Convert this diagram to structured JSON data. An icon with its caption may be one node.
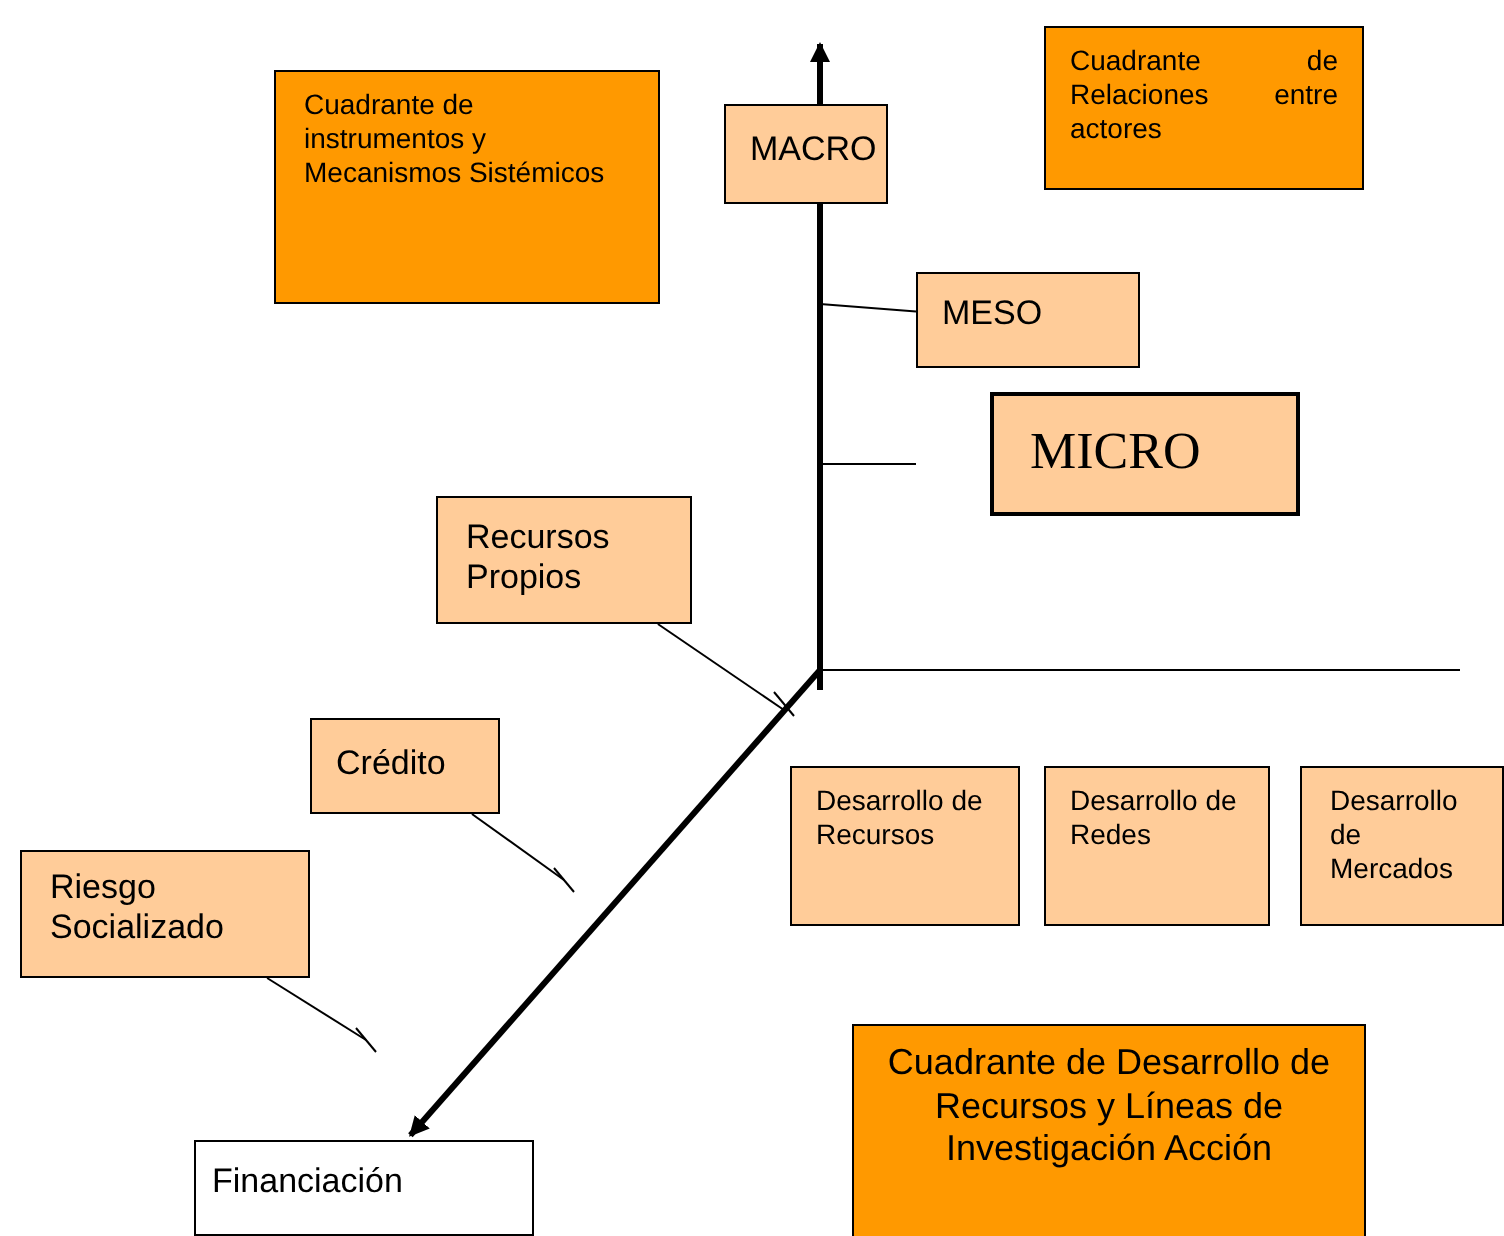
{
  "diagram": {
    "nodes": [
      {
        "text": [
          "Cuadrante de instrumentos y Mecanismos Sistémicos"
        ]
      },
      {
        "text": [
          "MACRO"
        ]
      },
      {
        "text": [
          "Cuadrante de Relaciones entre actores"
        ]
      },
      {
        "text": [
          "MESO"
        ]
      },
      {
        "text": [
          "MICRO"
        ]
      },
      {
        "text": [
          "Recursos Propios"
        ]
      },
      {
        "text": [
          "Crédito"
        ]
      },
      {
        "text": [
          "Desarrollo de Recursos"
        ]
      },
      {
        "text": [
          "Desarrollo de Redes"
        ]
      },
      {
        "text": [
          "Desarrollo de Mercados"
        ]
      },
      {
        "text": [
          "Riesgo Socializado"
        ]
      },
      {
        "text": [
          "Cuadrante de Desarrollo de Recursos y Líneas de Investigación Acción"
        ]
      },
      {
        "text": [
          "Financiación"
        ]
      }
    ],
    "edges": [
      {
        "from": 3,
        "to": null,
        "arrow": "none"
      },
      {
        "from": 5,
        "to": null,
        "arrow": "none"
      },
      {
        "from": 6,
        "to": null,
        "arrow": "none"
      },
      {
        "from": 10,
        "to": null,
        "arrow": "none"
      },
      {
        "from": null,
        "to": 12,
        "arrow": "to",
        "style": "thick"
      }
    ]
  }
}
